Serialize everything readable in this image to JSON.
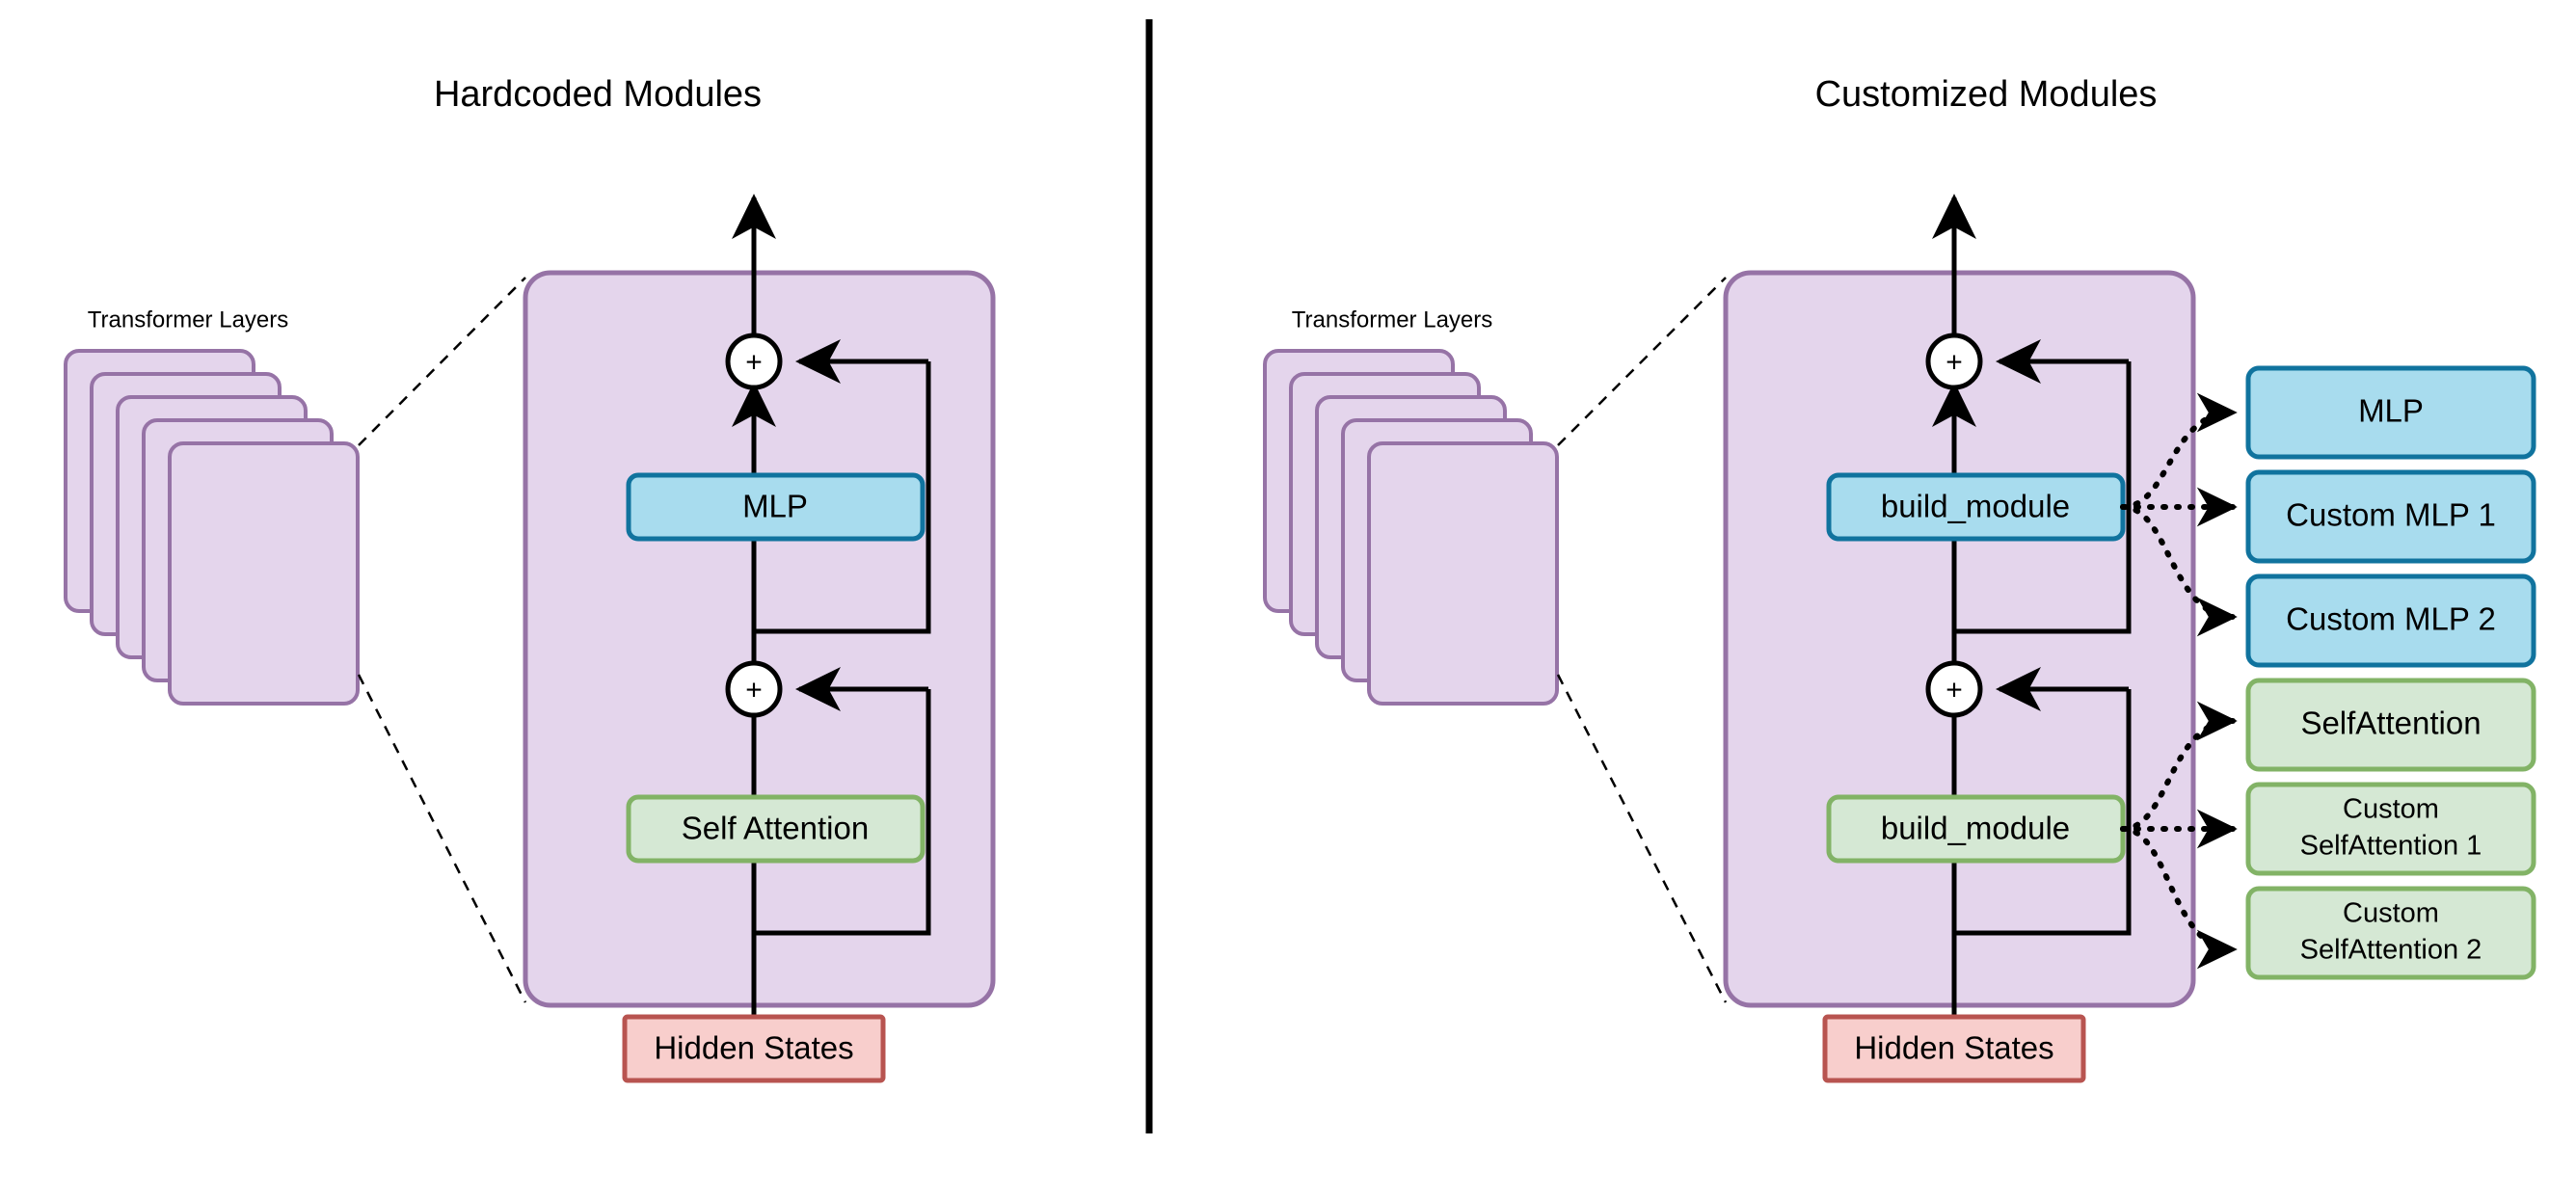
{
  "figure": {
    "background_color": "#ffffff",
    "divider_color": "#000000"
  },
  "palette": {
    "purple_fill": "#e4d5ec",
    "purple_stroke": "#9673a6",
    "blue_fill": "#a8dcee",
    "blue_stroke": "#10739e",
    "green_fill": "#d5e8d4",
    "green_stroke": "#82b366",
    "red_fill": "#f8cecc",
    "red_stroke": "#b85450",
    "line_color": "#000000"
  },
  "panels": [
    {
      "id": "hardcoded",
      "title": "Hardcoded Modules",
      "stack": {
        "label": "Transformer Layers",
        "card_count": 5
      },
      "layer_block": {
        "residual_add_top": "+",
        "residual_add_bottom": "+",
        "modules": [
          {
            "id": "mlp",
            "label": "MLP",
            "style": "blue"
          },
          {
            "id": "self-attention",
            "label": "Self Attention",
            "style": "green"
          }
        ]
      },
      "input_node": {
        "label": "Hidden States",
        "style": "red"
      },
      "dispatch_targets": []
    },
    {
      "id": "customized",
      "title": "Customized Modules",
      "stack": {
        "label": "Transformer Layers",
        "card_count": 5
      },
      "layer_block": {
        "residual_add_top": "+",
        "residual_add_bottom": "+",
        "modules": [
          {
            "id": "build-module-mlp",
            "label": "build_module",
            "style": "blue"
          },
          {
            "id": "build-module-attention",
            "label": "build_module",
            "style": "green"
          }
        ]
      },
      "input_node": {
        "label": "Hidden States",
        "style": "red"
      },
      "dispatch_targets": [
        {
          "id": "mlp",
          "label": "MLP",
          "style": "blue",
          "lines": [
            "MLP"
          ]
        },
        {
          "id": "custom-mlp-1",
          "label": "Custom MLP 1",
          "style": "blue",
          "lines": [
            "Custom MLP 1"
          ]
        },
        {
          "id": "custom-mlp-2",
          "label": "Custom MLP 2",
          "style": "blue",
          "lines": [
            "Custom MLP 2"
          ]
        },
        {
          "id": "self-attention",
          "label": "SelfAttention",
          "style": "green",
          "lines": [
            "SelfAttention"
          ]
        },
        {
          "id": "custom-selfattention-1",
          "label": "Custom SelfAttention 1",
          "style": "green",
          "lines": [
            "Custom",
            "SelfAttention 1"
          ]
        },
        {
          "id": "custom-selfattention-2",
          "label": "Custom SelfAttention 2",
          "style": "green",
          "lines": [
            "Custom",
            "SelfAttention 2"
          ]
        }
      ]
    }
  ]
}
